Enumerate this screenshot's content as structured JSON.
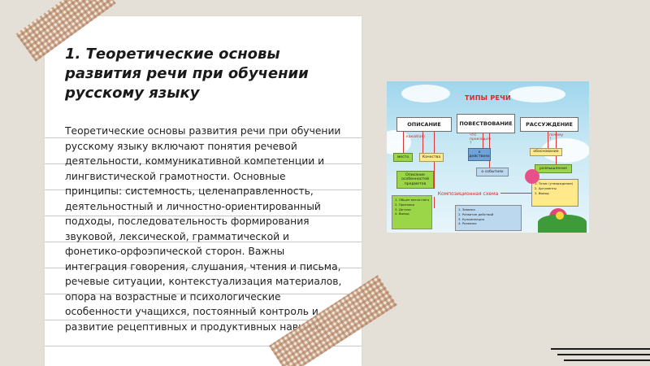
{
  "slide": {
    "title": "1. Теоретические основы развития речи при обучении русскому языку",
    "body": "Теоретические основы развития речи при обучении русскому языку включают понятия речевой деятельности, коммуникативной компетенции и лингвистической грамотности. Основные принципы: системность, целенаправленность, деятельностный и личностно-ориентированный подходы, последовательность формирования звуковой, лексической, грамматической и фонетико-орфоэпической сторон. Важны интеграция говорения, слушания, чтения и письма, речевые ситуации, контекстуализация материалов, опора на возрастные и психологические особенности учащихся, постоянный контроль и развитие рецептивных и продуктивных навыков."
  },
  "diagram": {
    "title": "ТИПЫ РЕЧИ",
    "types": [
      "ОПИСАНИЕ",
      "ПОВЕСТВОВАНИЕ",
      "РАССУЖДЕНИЕ"
    ],
    "q_left": "какой(ая)",
    "q_mid": "что произошло ?",
    "q_right": "почему ?",
    "box_mesto": "место",
    "box_kachestva": "Качества",
    "box_o_deistviyah": "о действиях",
    "box_o_sobytiyah": "о событиях",
    "box_obosnovanie": "обоснование",
    "box_razmyshlenie": "размышление",
    "box_green_mid": "Описание особенностей предметов",
    "composition": "Композиционная схема",
    "list_left": [
      "1. Общее впечатление",
      "2. Признаки",
      "3. Детали",
      "4. Вывод"
    ],
    "list_mid": [
      "1. Завязка",
      "2. Развитие действий",
      "3. Кульминация",
      "4. Развязка"
    ],
    "list_right": [
      "1. Тезис (утверждение)",
      "2. Аргументы",
      "3. Вывод"
    ],
    "colors": {
      "accent_red": "#d73636",
      "green": "#9bd548",
      "blue": "#6ea3d9",
      "yellow": "#ffe98b"
    }
  }
}
